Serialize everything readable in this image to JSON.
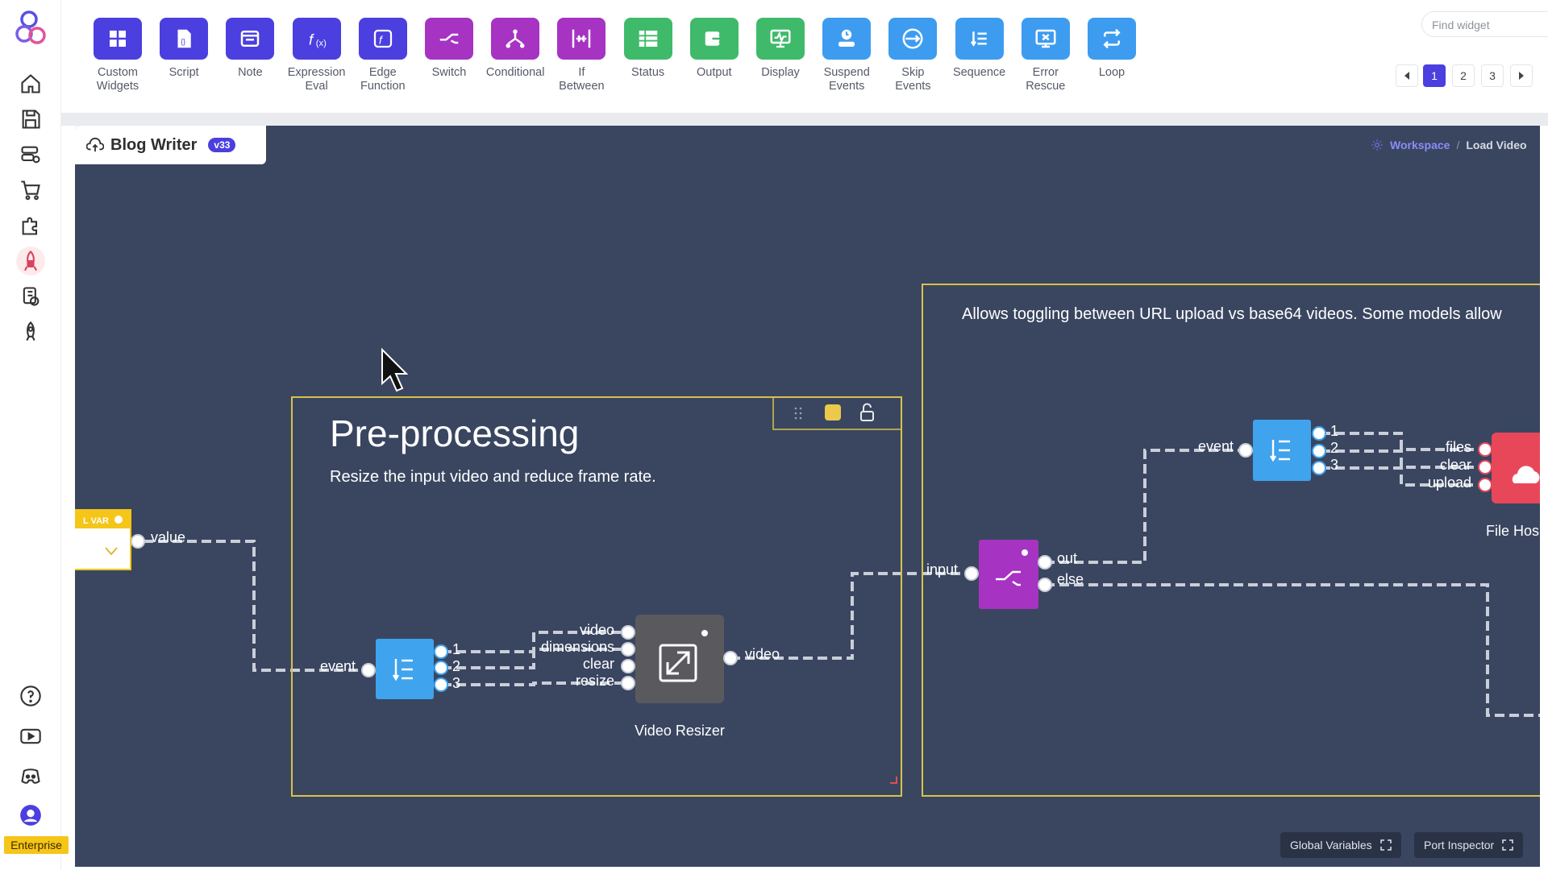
{
  "toolbar": {
    "tools": [
      {
        "label": "Custom\nWidgets",
        "icon": "grid-icon",
        "color": "#4b3fe0"
      },
      {
        "label": "Script",
        "icon": "script-file-icon",
        "color": "#4b3fe0"
      },
      {
        "label": "Note",
        "icon": "note-icon",
        "color": "#4b3fe0"
      },
      {
        "label": "Expression\nEval",
        "icon": "function-icon",
        "color": "#4b3fe0"
      },
      {
        "label": "Edge\nFunction",
        "icon": "edge-function-icon",
        "color": "#4b3fe0"
      },
      {
        "label": "Switch",
        "icon": "switch-icon",
        "color": "#a633c2"
      },
      {
        "label": "Conditional",
        "icon": "conditional-icon",
        "color": "#a633c2"
      },
      {
        "label": "If\nBetween",
        "icon": "if-between-icon",
        "color": "#a633c2"
      },
      {
        "label": "Status",
        "icon": "table-icon",
        "color": "#3fba6a"
      },
      {
        "label": "Output",
        "icon": "output-icon",
        "color": "#3fba6a"
      },
      {
        "label": "Display",
        "icon": "monitor-icon",
        "color": "#3fba6a"
      },
      {
        "label": "Suspend\nEvents",
        "icon": "suspend-icon",
        "color": "#3d9cf0"
      },
      {
        "label": "Skip\nEvents",
        "icon": "skip-icon",
        "color": "#3d9cf0"
      },
      {
        "label": "Sequence",
        "icon": "sequence-icon",
        "color": "#3d9cf0"
      },
      {
        "label": "Error\nRescue",
        "icon": "error-rescue-icon",
        "color": "#3d9cf0"
      },
      {
        "label": "Loop",
        "icon": "loop-icon",
        "color": "#3d9cf0"
      }
    ],
    "search": {
      "placeholder": "Find widget"
    },
    "pages": [
      "1",
      "2",
      "3"
    ],
    "current_page": "1"
  },
  "flow": {
    "title": "Blog Writer",
    "version": "v33"
  },
  "breadcrumb": {
    "workspace": "Workspace",
    "separator": "/",
    "current": "Load Video"
  },
  "sidebar": {
    "enterprise_label": "Enterprise"
  },
  "canvas": {
    "var_node": {
      "label": "L VAR",
      "port": "value"
    },
    "preprocessing": {
      "title": "Pre-processing",
      "description": "Resize the input video and reduce frame rate."
    },
    "sequence_left": {
      "input": "event",
      "outputs": [
        "1",
        "2",
        "3"
      ]
    },
    "video_resizer": {
      "name": "Video Resizer",
      "inputs": [
        "video",
        "dimensions",
        "clear",
        "resize"
      ],
      "output": "video"
    },
    "right_group": {
      "description": "Allows toggling between URL upload vs base64 videos. Some models allow"
    },
    "switch_node": {
      "input": "input",
      "outputs": [
        "out",
        "else"
      ]
    },
    "sequence_right": {
      "input": "event",
      "outputs": [
        "1",
        "2",
        "3"
      ]
    },
    "file_host": {
      "name": "File Hos",
      "inputs": [
        "files",
        "clear",
        "upload"
      ]
    }
  },
  "bottom": {
    "global_variables": "Global Variables",
    "port_inspector": "Port Inspector"
  }
}
